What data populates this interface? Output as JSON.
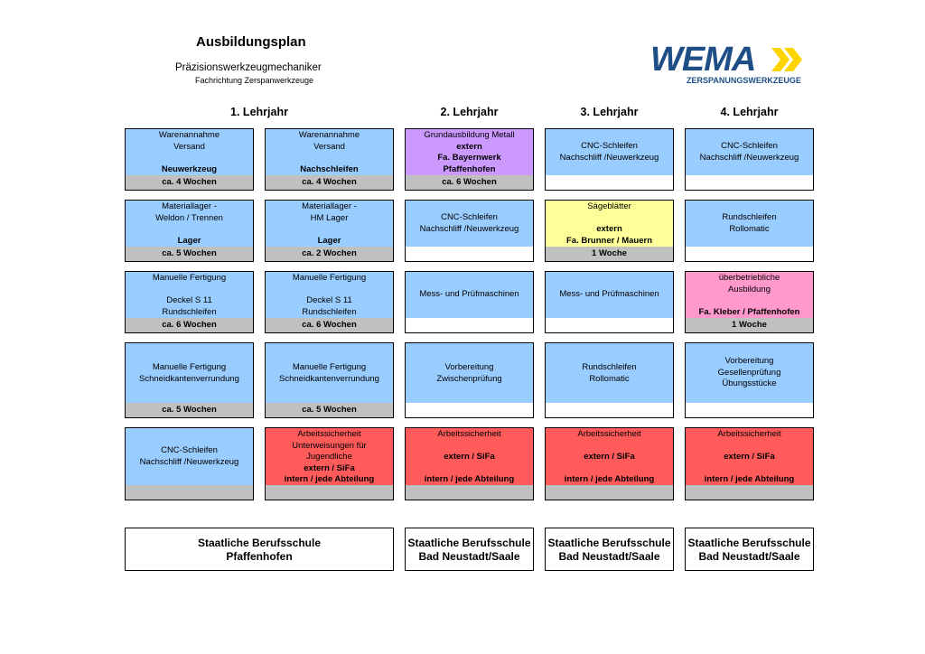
{
  "header": {
    "title": "Ausbildungsplan",
    "subtitle": "Präzisionswerkzeugmechaniker",
    "subsubtitle": "Fachrichtung Zerspanwerkzeuge"
  },
  "logo": {
    "name": "WEMA",
    "tagline": "ZERSPANUNGSWERKZEUGE",
    "colors": {
      "text": "#1f4e87",
      "chevron": "#ffd500"
    }
  },
  "years": [
    "1. Lehrjahr",
    "2. Lehrjahr",
    "3. Lehrjahr",
    "4. Lehrjahr"
  ],
  "colors": {
    "blue": "#99ccff",
    "purple": "#cc99ff",
    "yellow": "#ffff99",
    "pink": "#ff99cc",
    "red": "#ff5b5b",
    "gray": "#c0c0c0"
  },
  "cells": {
    "c1r1": {
      "lines": [
        "Warenannahme",
        "Versand",
        "",
        "Neuwerkzeug"
      ],
      "footer": "ca. 4 Wochen"
    },
    "c2r1": {
      "lines": [
        "Warenannahme",
        "Versand",
        "",
        "Nachschleifen"
      ],
      "footer": "ca. 4 Wochen"
    },
    "c3r1": {
      "lines": [
        "Grundausbildung Metall",
        "extern",
        "Fa. Bayernwerk",
        "Pfaffenhofen"
      ],
      "footer": "ca. 6 Wochen"
    },
    "c4r1": {
      "lines": [
        "CNC-Schleifen",
        "Nachschliff /Neuwerkzeug"
      ],
      "footer": ""
    },
    "c5r1": {
      "lines": [
        "CNC-Schleifen",
        "Nachschliff /Neuwerkzeug"
      ],
      "footer": ""
    },
    "c1r2": {
      "lines": [
        "Materiallager -",
        "Weldon / Trennen",
        "",
        "Lager"
      ],
      "footer": "ca. 5 Wochen"
    },
    "c2r2": {
      "lines": [
        "Materiallager -",
        "HM Lager",
        "",
        "Lager"
      ],
      "footer": "ca. 2 Wochen"
    },
    "c3r2": {
      "lines": [
        "CNC-Schleifen",
        "Nachschliff /Neuwerkzeug"
      ],
      "footer": ""
    },
    "c4r2": {
      "lines": [
        "Sägeblätter",
        "",
        "extern",
        "Fa. Brunner / Mauern"
      ],
      "footer": "1 Woche"
    },
    "c5r2": {
      "lines": [
        "Rundschleifen",
        "Rollomatic"
      ],
      "footer": ""
    },
    "c1r3": {
      "lines": [
        "Manuelle Fertigung",
        "",
        "Deckel S 11",
        "Rundschleifen"
      ],
      "footer": "ca. 6 Wochen"
    },
    "c2r3": {
      "lines": [
        "Manuelle Fertigung",
        "",
        "Deckel S 11",
        "Rundschleifen"
      ],
      "footer": "ca. 6 Wochen"
    },
    "c3r3": {
      "lines": [
        "Mess- und Prüfmaschinen"
      ],
      "footer": ""
    },
    "c4r3": {
      "lines": [
        "Mess- und Prüfmaschinen"
      ],
      "footer": ""
    },
    "c5r3": {
      "lines": [
        "überbetriebliche",
        "Ausbildung",
        "",
        "Fa. Kleber / Pfaffenhofen"
      ],
      "footer": "1 Woche"
    },
    "c1r4": {
      "lines": [
        "Manuelle Fertigung",
        "Schneidkantenverrundung"
      ],
      "footer": "ca. 5 Wochen"
    },
    "c2r4": {
      "lines": [
        "Manuelle Fertigung",
        "Schneidkantenverrundung"
      ],
      "footer": "ca. 5 Wochen"
    },
    "c3r4": {
      "lines": [
        "Vorbereitung",
        "Zwischenprüfung"
      ],
      "footer": ""
    },
    "c4r4": {
      "lines": [
        "Rundschleifen",
        "Rollomatic"
      ],
      "footer": ""
    },
    "c5r4": {
      "lines": [
        "Vorbereitung",
        "Gesellenprüfung",
        "Übungsstücke"
      ],
      "footer": ""
    },
    "c1r5": {
      "lines": [
        "CNC-Schleifen",
        "Nachschliff /Neuwerkzeug"
      ],
      "footer": ""
    },
    "c2r5": {
      "lines": [
        "Arbeitssicherheit",
        "Unterweisungen für",
        "Jugendliche",
        "extern / SiFa",
        "intern / jede Abteilung"
      ],
      "footer": ""
    },
    "c3r5": {
      "lines": [
        "Arbeitssicherheit",
        "",
        "extern / SiFa",
        "",
        "intern / jede Abteilung"
      ],
      "footer": ""
    },
    "c4r5": {
      "lines": [
        "Arbeitssicherheit",
        "",
        "extern / SiFa",
        "",
        "intern / jede Abteilung"
      ],
      "footer": ""
    },
    "c5r5": {
      "lines": [
        "Arbeitssicherheit",
        "",
        "extern / SiFa",
        "",
        "intern / jede Abteilung"
      ],
      "footer": ""
    }
  },
  "schools": [
    {
      "line1": "Staatliche Berufsschule",
      "line2": "Pfaffenhofen"
    },
    {
      "line1": "Staatliche Berufsschule",
      "line2": "Bad Neustadt/Saale"
    },
    {
      "line1": "Staatliche Berufsschule",
      "line2": "Bad Neustadt/Saale"
    },
    {
      "line1": "Staatliche Berufsschule",
      "line2": "Bad Neustadt/Saale"
    }
  ]
}
